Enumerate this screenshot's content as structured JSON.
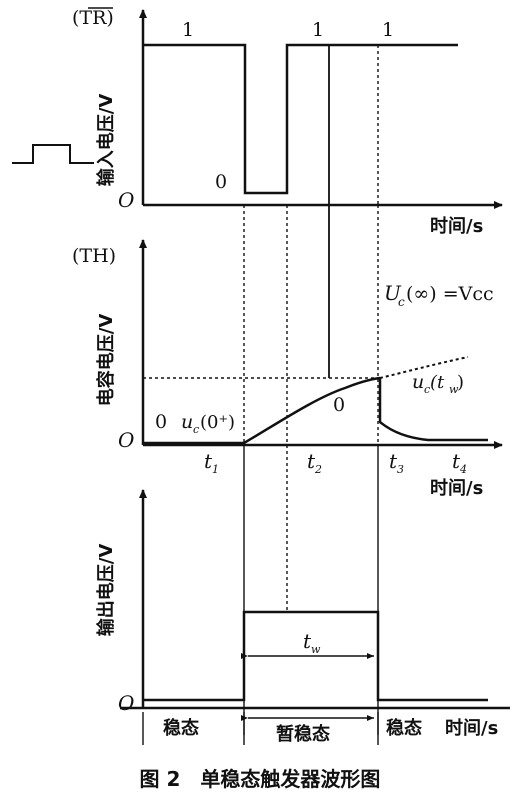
{
  "caption": "图 2　单稳态触发器波形图",
  "panel1": {
    "tag": "(TR)",
    "ylabel": "输入电压/V",
    "xlabel": "时间/s",
    "origin": "O",
    "levels": [
      "1",
      "0",
      "1",
      "1"
    ]
  },
  "panel2": {
    "tag": "(TH)",
    "ylabel": "电容电压/V",
    "xlabel": "时间/s",
    "origin": "O",
    "asymptote": "Uc(∞)=Vcc",
    "asymptote_main": "U",
    "asymptote_sub": "c",
    "asymptote_rest": "(∞) =Vcc",
    "start_label_main": "u",
    "start_label_sub": "c",
    "start_label_rest": "(0⁺)",
    "end_label_main": "u",
    "end_label_sub": "c",
    "end_label_rest": "(t",
    "end_label_sub2": "w",
    "end_label_close": ")",
    "zero_left": "0",
    "zero_mid": "0",
    "t_labels": [
      "t1",
      "t2",
      "t3",
      "t4"
    ],
    "t_main": "t",
    "t_subs": [
      "1",
      "2",
      "3",
      "4"
    ]
  },
  "panel3": {
    "ylabel": "输出电压/V",
    "origin": "O",
    "tw_main": "t",
    "tw_sub": "w",
    "states": [
      "稳态",
      "暂稳态",
      "稳态"
    ],
    "xlabel": "时间/s"
  }
}
